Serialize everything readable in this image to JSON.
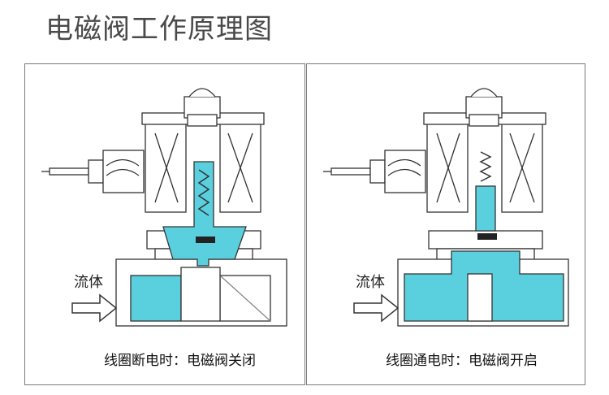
{
  "title": "电磁阀工作原理图",
  "panels": [
    {
      "state": "closed",
      "flow_label": "流体",
      "caption": "线圈断电时：电磁阀关闭"
    },
    {
      "state": "open",
      "flow_label": "流体",
      "caption": "线圈通电时：电磁阀开启"
    }
  ],
  "colors": {
    "fluid": "#5ad0df",
    "metal": "#ffffff",
    "line": "#333333",
    "panel_border": "#7a7a7a"
  }
}
